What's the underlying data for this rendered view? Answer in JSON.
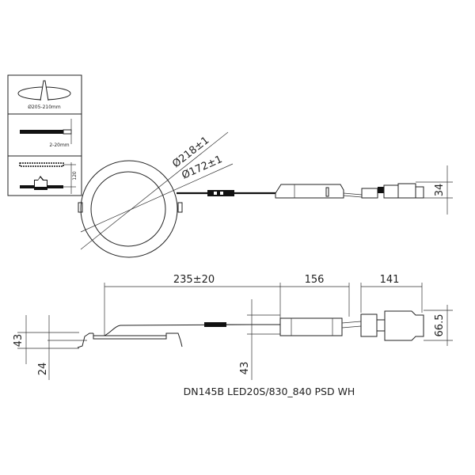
{
  "install_panel": {
    "cutout_label": "Ø205-210mm",
    "ceiling_thickness_label": "2-20mm",
    "clearance_label": "120"
  },
  "top_view": {
    "outer_diameter": "Ø218±1",
    "inner_diameter": "Ø172±1",
    "connector_height": "34"
  },
  "side_view": {
    "cable_length": "235±20",
    "driver_length": "156",
    "connector_length": "141",
    "luminaire_height": "43",
    "recess_depth": "24",
    "driver_height": "43",
    "connector_height": "66.5"
  },
  "product_name": "DN145B LED20S/830_840 PSD WH"
}
